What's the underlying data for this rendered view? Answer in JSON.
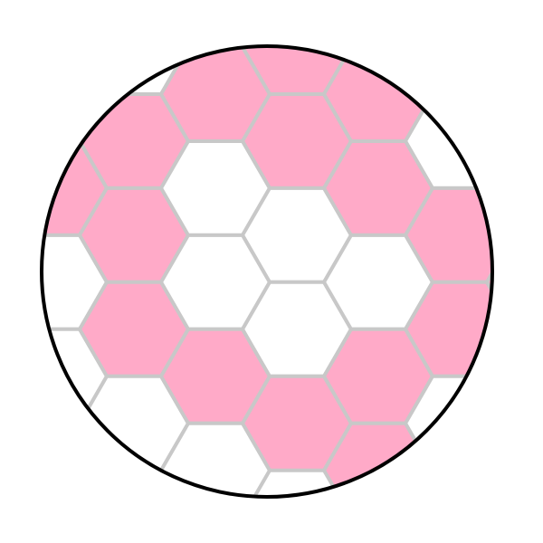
{
  "colors": {
    "background": "#ffffff",
    "pink": "#ffaac8",
    "white": "#ffffff",
    "grid": "#c8c8c8",
    "outline": "#000000"
  },
  "hex_grid": {
    "columns": [
      [
        "pink",
        "pink",
        "white",
        "white",
        "white"
      ],
      [
        "white",
        "pink",
        "pink",
        "pink",
        "white"
      ],
      [
        "pink",
        "white",
        "white",
        "pink",
        "white"
      ],
      [
        "pink",
        "pink",
        "white",
        "white",
        "pink"
      ],
      [
        "pink",
        "pink",
        "white",
        "pink",
        "pink"
      ],
      [
        "pink",
        "white",
        "pink",
        "pink",
        "white"
      ],
      [
        "white",
        "pink",
        "pink",
        "white",
        "white"
      ]
    ]
  }
}
